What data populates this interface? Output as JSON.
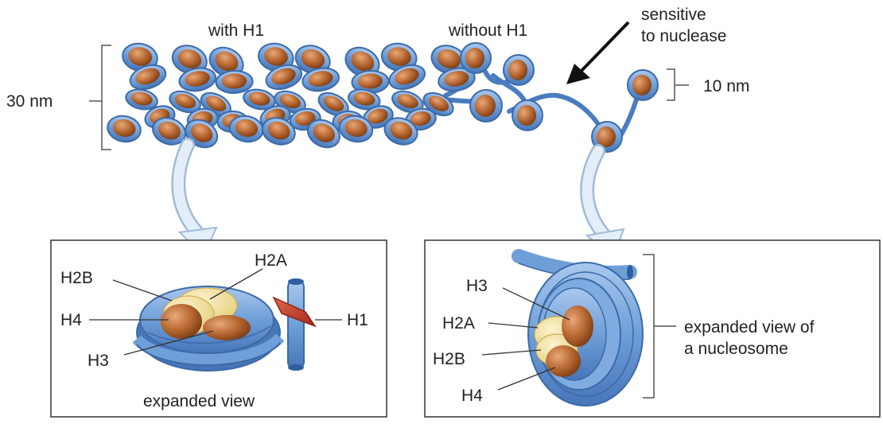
{
  "labels": {
    "with_h1": "with H1",
    "without_h1": "without H1",
    "sensitive_line1": "sensitive",
    "sensitive_line2": "to nuclease",
    "scale_30nm": "30 nm",
    "scale_10nm": "10 nm"
  },
  "left_panel": {
    "caption": "expanded view",
    "labels": {
      "h2a": "H2A",
      "h2b": "H2B",
      "h4": "H4",
      "h3": "H3",
      "h1": "H1"
    }
  },
  "right_panel": {
    "caption_line1": "expanded view of",
    "caption_line2": "a nucleosome",
    "labels": {
      "h3": "H3",
      "h2a": "H2A",
      "h2b": "H2B",
      "h4": "H4"
    }
  },
  "colors": {
    "dna_blue": "#6f9fd8",
    "dna_outline": "#3c6aa8",
    "histone_core": "#b5652f",
    "histone_light": "#f2e3a0",
    "h1_red": "#c0392b",
    "arrow_fill": "#e3eef8"
  }
}
